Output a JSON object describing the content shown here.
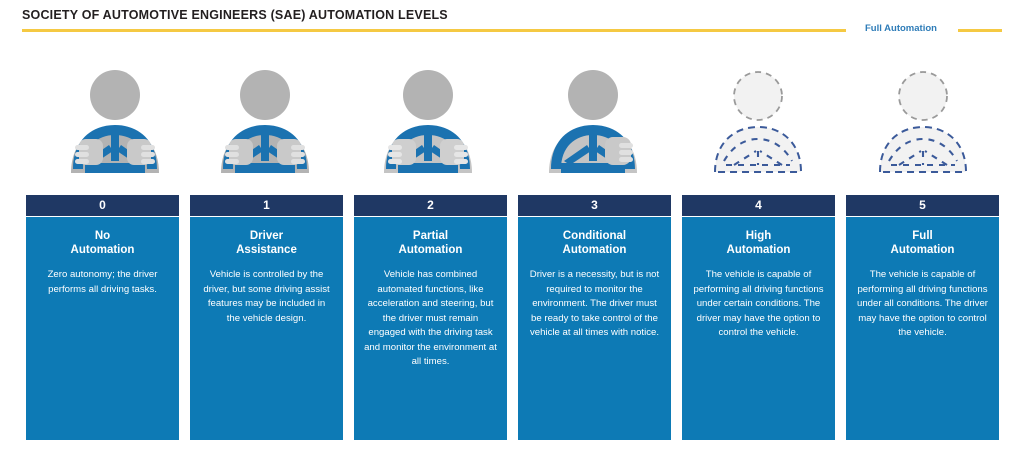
{
  "header": {
    "title": "SOCIETY OF AUTOMOTIVE ENGINEERS (SAE) AUTOMATION LEVELS",
    "rule_label": "Full Automation",
    "rule_color": "#f5c943",
    "label_color": "#2e7cb8",
    "title_color": "#231f20"
  },
  "palette": {
    "card_header_bg": "#1f3864",
    "card_body_bg": "#0d7ab5",
    "card_text": "#ffffff",
    "icon_blue": "#1b72b0",
    "icon_gray": "#b3b3b3",
    "icon_dashed": "#3b5a9a",
    "page_bg": "#ffffff"
  },
  "icons": [
    {
      "name": "driver-two-hands-icon",
      "variant": "wheel-two-hands",
      "level": "0"
    },
    {
      "name": "driver-two-hands-icon",
      "variant": "wheel-two-hands",
      "level": "1"
    },
    {
      "name": "driver-two-hands-faded-icon",
      "variant": "wheel-two-hands-faded",
      "level": "2"
    },
    {
      "name": "driver-one-hand-icon",
      "variant": "wheel-one-hand",
      "level": "3"
    },
    {
      "name": "driver-dashed-icon",
      "variant": "dashed-figure",
      "level": "4"
    },
    {
      "name": "driver-dashed-icon",
      "variant": "dashed-figure",
      "level": "5"
    }
  ],
  "levels": [
    {
      "number": "0",
      "title": "No\nAutomation",
      "description": "Zero autonomy; the driver performs all driving tasks."
    },
    {
      "number": "1",
      "title": "Driver\nAssistance",
      "description": "Vehicle is controlled by the driver, but some driving assist features may be included in the vehicle design."
    },
    {
      "number": "2",
      "title": "Partial\nAutomation",
      "description": "Vehicle has combined automated functions, like acceleration and steering, but the driver must remain engaged with the driving task and monitor the environment at all times."
    },
    {
      "number": "3",
      "title": "Conditional\nAutomation",
      "description": "Driver is a necessity, but is not required to monitor the environment. The driver must be ready to take control of the vehicle at all times with notice."
    },
    {
      "number": "4",
      "title": "High\nAutomation",
      "description": "The vehicle is capable of performing all driving functions under certain conditions. The driver may have the option to control the vehicle."
    },
    {
      "number": "5",
      "title": "Full\nAutomation",
      "description": "The vehicle is capable of performing all driving functions under all conditions. The driver may have the option to control the vehicle."
    }
  ]
}
